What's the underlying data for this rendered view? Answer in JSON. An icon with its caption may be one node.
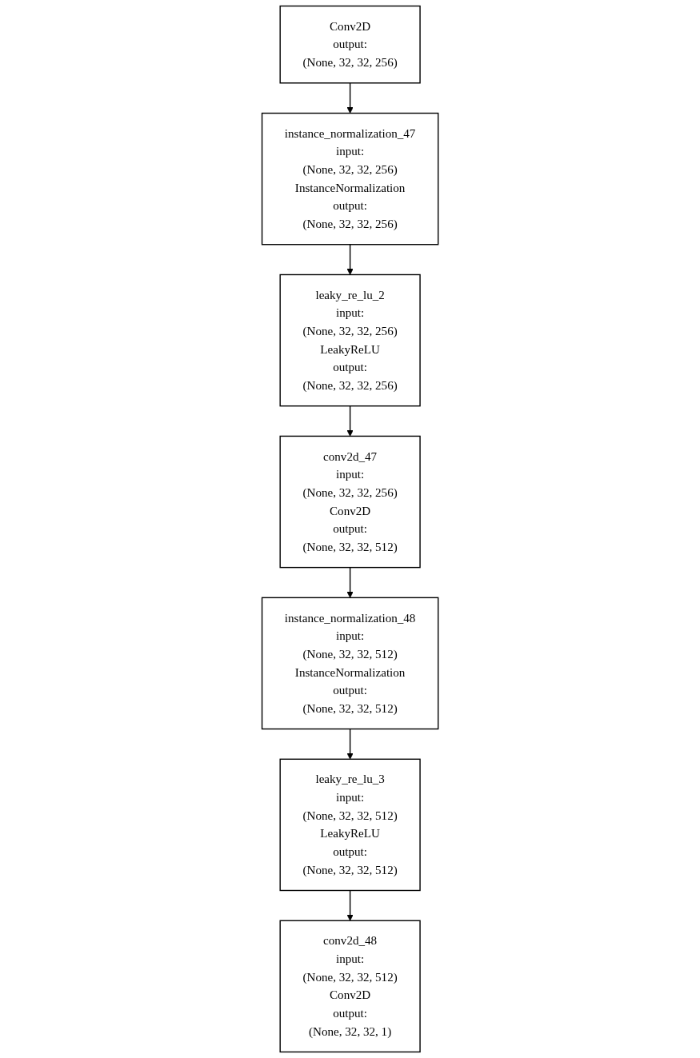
{
  "diagram": {
    "nodes": [
      {
        "text": [
          "Conv2D",
          "output:",
          "(None, 32, 32, 256)"
        ]
      },
      {
        "text": [
          "instance_normalization_47",
          "input:",
          "(None, 32, 32, 256)",
          "InstanceNormalization",
          "output:",
          "(None, 32, 32, 256)"
        ]
      },
      {
        "text": [
          "leaky_re_lu_2",
          "input:",
          "(None, 32, 32, 256)",
          "LeakyReLU",
          "output:",
          "(None, 32, 32, 256)"
        ]
      },
      {
        "text": [
          "conv2d_47",
          "input:",
          "(None, 32, 32, 256)",
          "Conv2D",
          "output:",
          "(None, 32, 32, 512)"
        ]
      },
      {
        "text": [
          "instance_normalization_48",
          "input:",
          "(None, 32, 32, 512)",
          "InstanceNormalization",
          "output:",
          "(None, 32, 32, 512)"
        ]
      },
      {
        "text": [
          "leaky_re_lu_3",
          "input:",
          "(None, 32, 32, 512)",
          "LeakyReLU",
          "output:",
          "(None, 32, 32, 512)"
        ]
      },
      {
        "text": [
          "conv2d_48",
          "input:",
          "(None, 32, 32, 512)",
          "Conv2D",
          "output:",
          "(None, 32, 32, 1)"
        ]
      }
    ],
    "edges": [
      {
        "from": 0,
        "to": 1,
        "arrow": "to"
      },
      {
        "from": 1,
        "to": 2,
        "arrow": "to"
      },
      {
        "from": 2,
        "to": 3,
        "arrow": "to"
      },
      {
        "from": 3,
        "to": 4,
        "arrow": "to"
      },
      {
        "from": 4,
        "to": 5,
        "arrow": "to"
      },
      {
        "from": 5,
        "to": 6,
        "arrow": "to"
      }
    ]
  }
}
